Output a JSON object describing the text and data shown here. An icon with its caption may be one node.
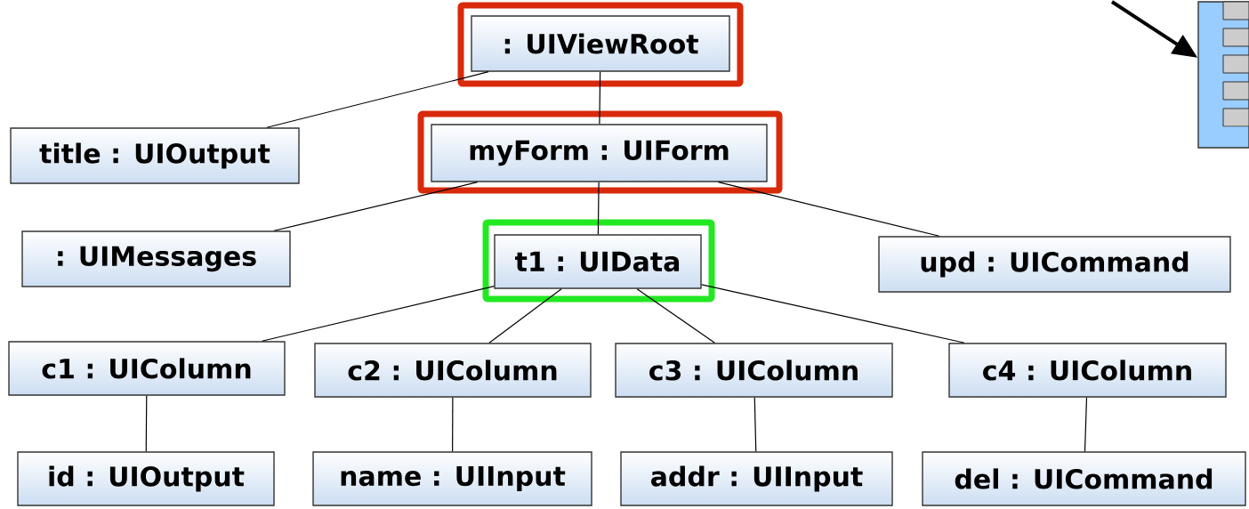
{
  "diagram": {
    "nodes": [
      {
        "text": [
          ": UIViewRoot"
        ]
      },
      {
        "text": [
          "title : UIOutput"
        ]
      },
      {
        "text": [
          "myForm : UIForm"
        ]
      },
      {
        "text": [
          ": UIMessages"
        ]
      },
      {
        "text": [
          "t1 : UIData"
        ]
      },
      {
        "text": [
          "upd : UICommand"
        ]
      },
      {
        "text": [
          "c1 : UIColumn"
        ]
      },
      {
        "text": [
          "c2 : UIColumn"
        ]
      },
      {
        "text": [
          "c3 : UIColumn"
        ]
      },
      {
        "text": [
          "c4 : UIColumn"
        ]
      },
      {
        "text": [
          "id : UIOutput"
        ]
      },
      {
        "text": [
          "name : UIInput"
        ]
      },
      {
        "text": [
          "addr : UIInput"
        ]
      },
      {
        "text": [
          "del : UICommand"
        ]
      },
      {
        "text": [],
        "shape": "box"
      }
    ],
    "edges": [
      {
        "from": 0,
        "to": 1,
        "arrow": "none"
      },
      {
        "from": 0,
        "to": 2,
        "arrow": "none"
      },
      {
        "from": 2,
        "to": 3,
        "arrow": "none"
      },
      {
        "from": 2,
        "to": 4,
        "arrow": "none"
      },
      {
        "from": 2,
        "to": 5,
        "arrow": "none"
      },
      {
        "from": 4,
        "to": 6,
        "arrow": "none"
      },
      {
        "from": 4,
        "to": 7,
        "arrow": "none"
      },
      {
        "from": 4,
        "to": 8,
        "arrow": "none"
      },
      {
        "from": 4,
        "to": 9,
        "arrow": "none"
      },
      {
        "from": 6,
        "to": 10,
        "arrow": "none"
      },
      {
        "from": 7,
        "to": 11,
        "arrow": "none"
      },
      {
        "from": 8,
        "to": 12,
        "arrow": "none"
      },
      {
        "from": 9,
        "to": 13,
        "arrow": "none"
      },
      {
        "from": null,
        "to": 14,
        "arrow": "to",
        "style": "thick"
      }
    ]
  }
}
